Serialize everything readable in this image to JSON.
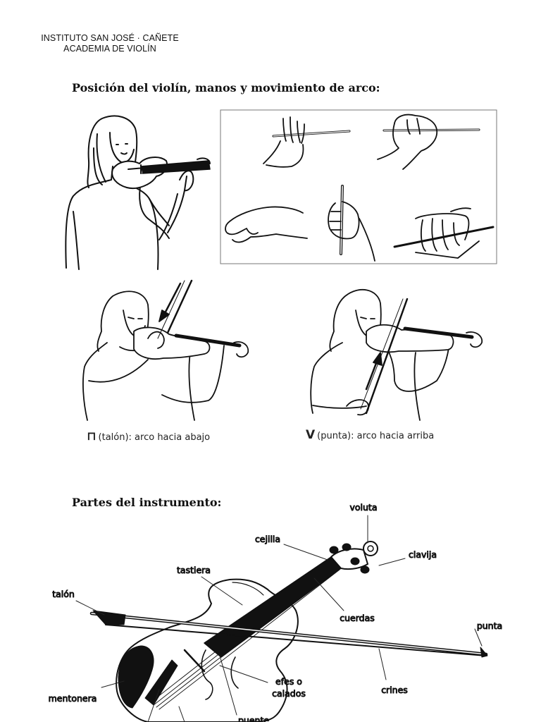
{
  "header": {
    "line1": "INSTITUTO SAN JOSÉ · CAÑETE",
    "line2": "ACADEMIA DE VIOLÍN"
  },
  "section1": {
    "title": "Posición del violín, manos y movimiento de arco:"
  },
  "bowing": {
    "down": {
      "symbol": "⊓",
      "text": "(talón): arco hacia abajo"
    },
    "up": {
      "symbol": "V",
      "text": "(punta): arco hacia arriba"
    }
  },
  "section2": {
    "title": "Partes del instrumento:"
  },
  "parts": {
    "voluta": "voluta",
    "cejilla": "cejilla",
    "clavija": "clavija",
    "tastiera": "tastiera",
    "talon": "talón",
    "cuerdas": "cuerdas",
    "punta": "punta",
    "efes_1": "efes o",
    "efes_2": "calados",
    "crines": "crines",
    "mentonera": "mentonera",
    "puente": "puente"
  }
}
